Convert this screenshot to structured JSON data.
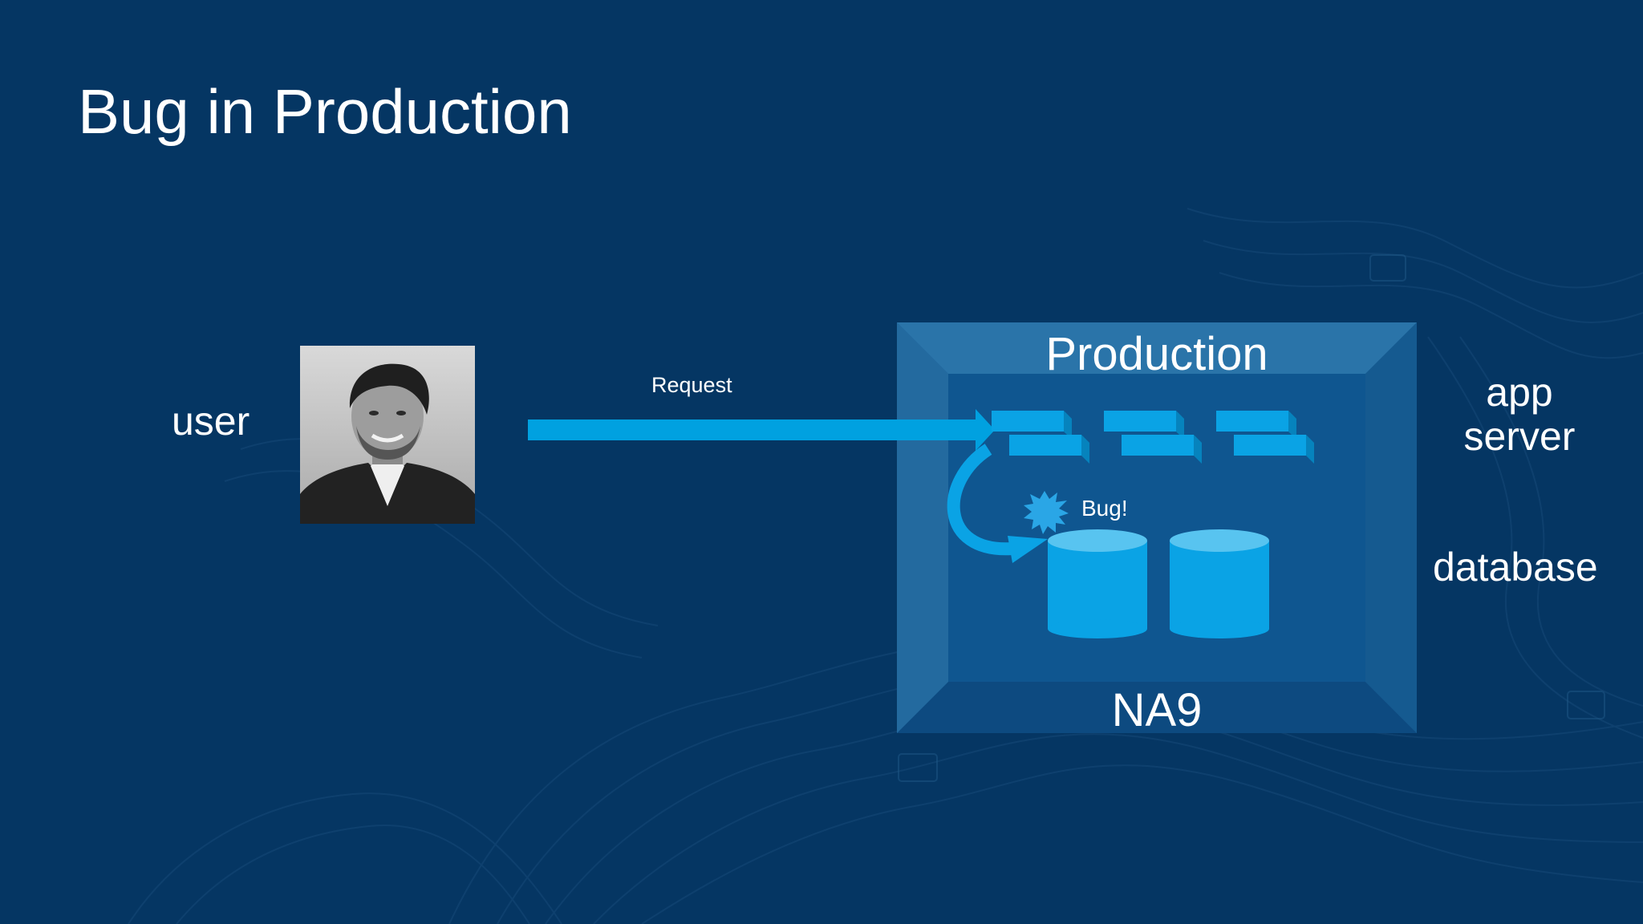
{
  "slide": {
    "title": "Bug in Production"
  },
  "user": {
    "label": "user",
    "photo_icon": "person-portrait-icon"
  },
  "request": {
    "label": "Request"
  },
  "production": {
    "title": "Production",
    "region": "NA9",
    "bug_label": "Bug!"
  },
  "side_labels": {
    "app_server_line1": "app",
    "app_server_line2": "server",
    "database": "database"
  },
  "colors": {
    "background": "#053663",
    "accent": "#00a1e0",
    "box_frame": "#1a5f94",
    "box_inner": "#0f5690",
    "server_blocks": "#0aa3e5",
    "database": "#0aa3e5"
  },
  "icons": {
    "server": "server-block-icon",
    "database": "database-cylinder-icon",
    "bug": "bug-burst-icon"
  }
}
